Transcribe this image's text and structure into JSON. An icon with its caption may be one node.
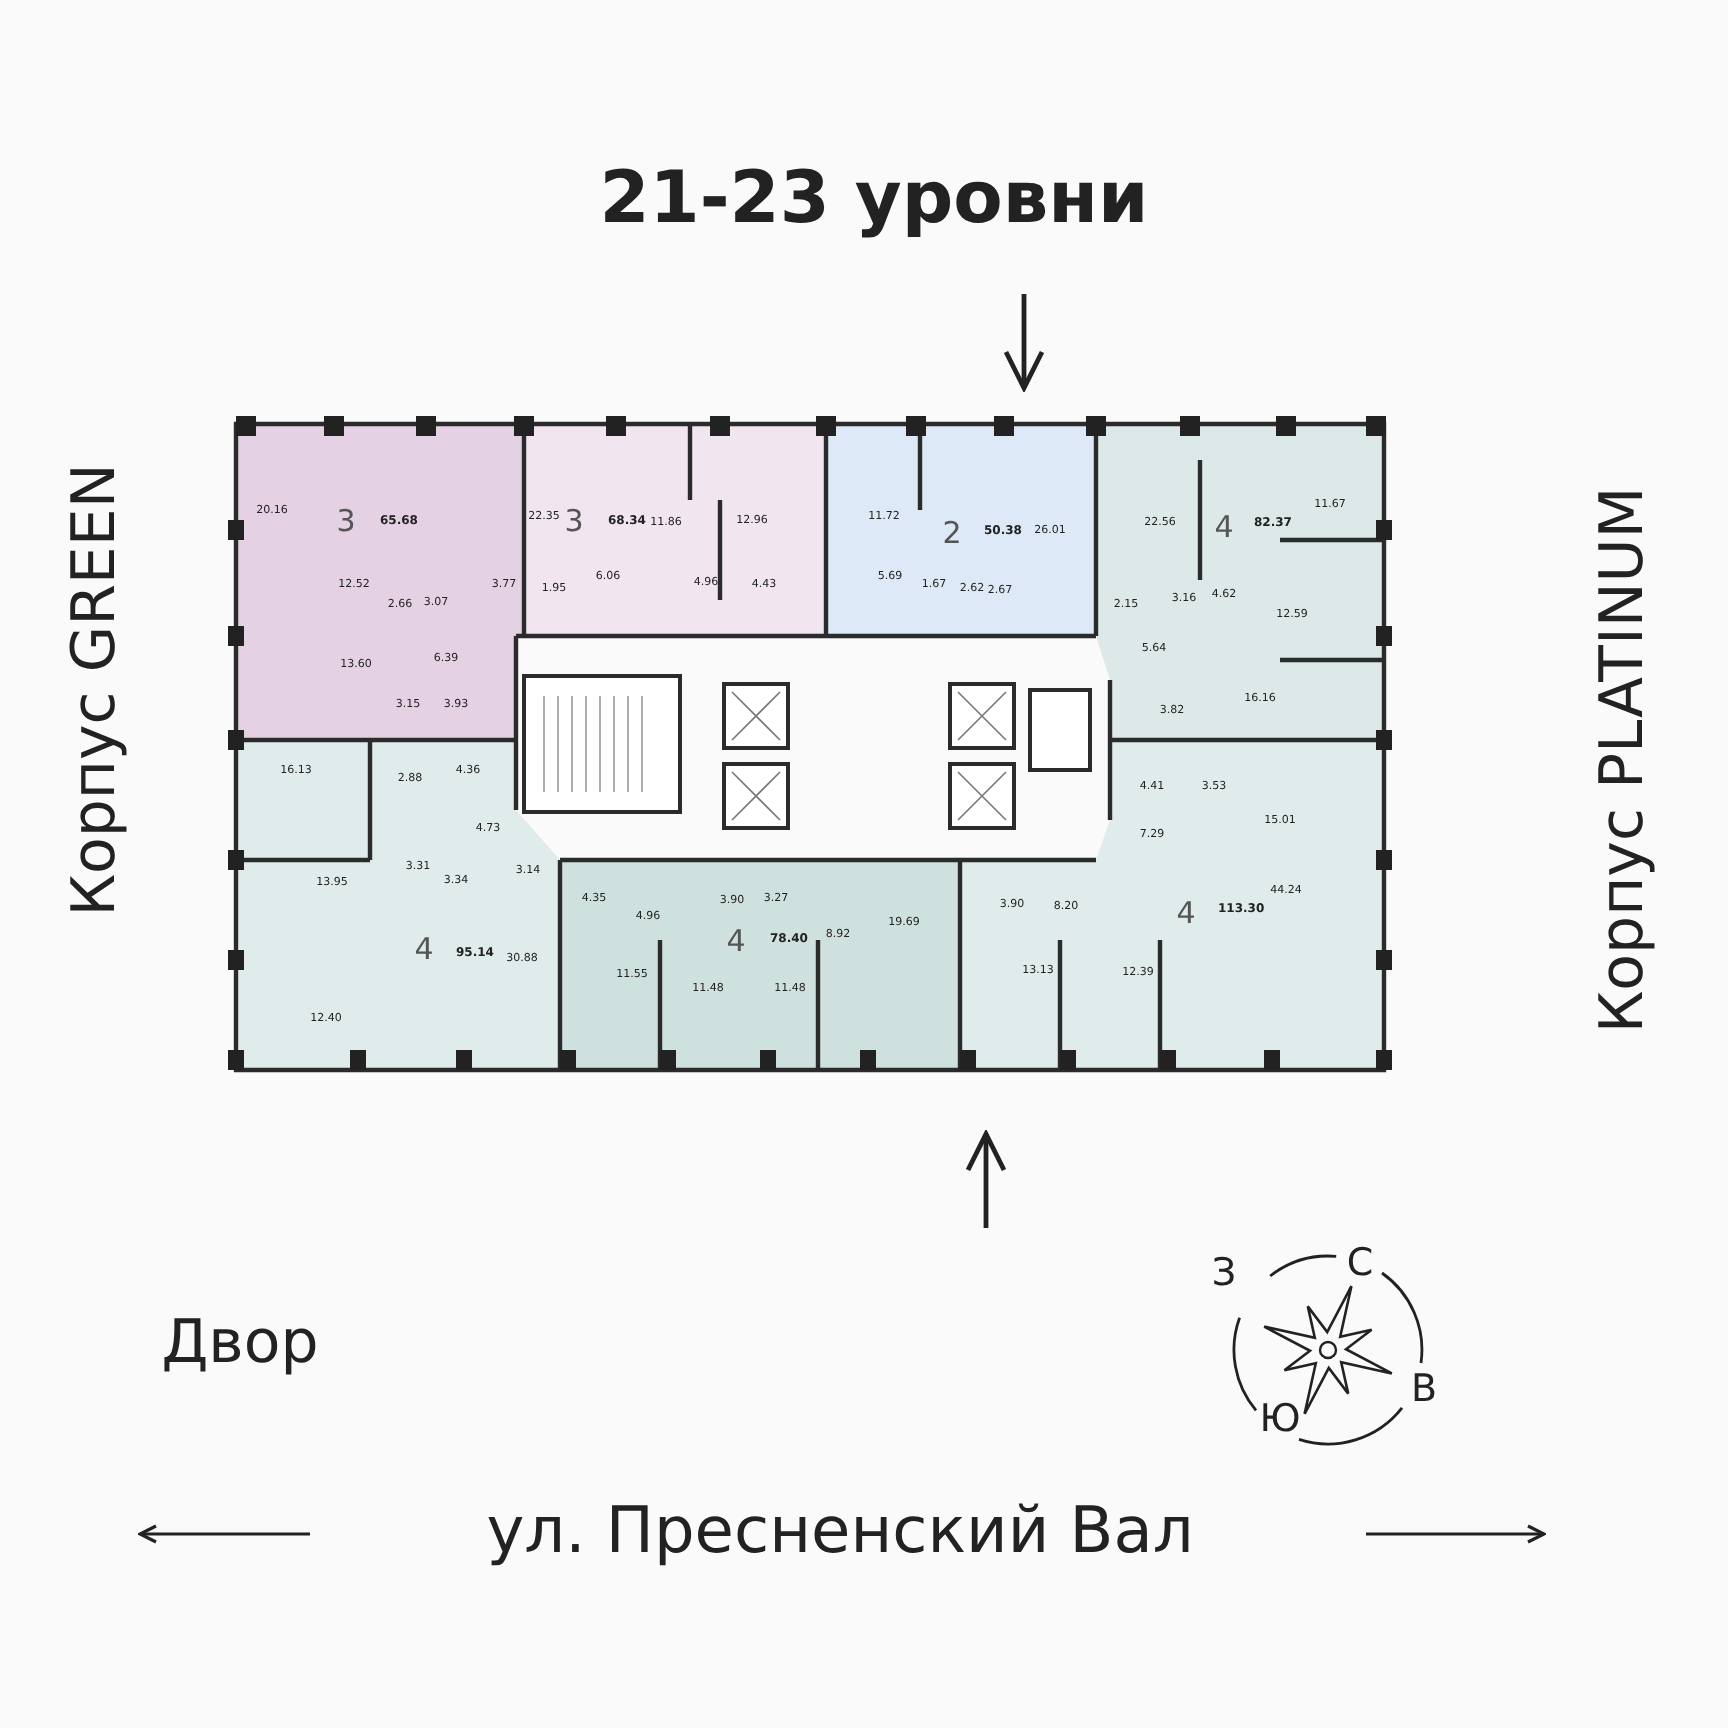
{
  "diagram": {
    "title": "21-23 уровни",
    "labels": [
      "Корпус GREEN",
      "Корпус PLATINUM",
      "3",
      "65.68",
      "20.16",
      "12.52",
      "2.66",
      "3.07",
      "13.60",
      "6.39",
      "3.15",
      "3.93",
      "22.35",
      "3",
      "68.34",
      "11.86",
      "12.96",
      "3.77",
      "1.95",
      "6.06",
      "4.96",
      "4.43",
      "11.72",
      "2",
      "50.38",
      "26.01",
      "5.69",
      "1.67",
      "2.62",
      "2.67",
      "22.56",
      "4",
      "82.37",
      "11.67",
      "2.15",
      "3.16",
      "4.62",
      "12.59",
      "5.64",
      "16.16",
      "3.82",
      "16.13",
      "2.88",
      "4.36",
      "4.73",
      "3.31",
      "3.34",
      "3.14",
      "13.95",
      "4",
      "95.14",
      "30.88",
      "12.40",
      "4.35",
      "4.96",
      "3.90",
      "3.27",
      "4",
      "78.40",
      "8.92",
      "19.69",
      "11.55",
      "11.48",
      "11.48",
      "4.41",
      "3.53",
      "7.29",
      "15.01",
      "44.24",
      "3.90",
      "8.20",
      "4",
      "113.30",
      "13.13",
      "12.39",
      "Двор",
      "ул. Пресненский Вал",
      "З",
      "С",
      "В",
      "Ю"
    ]
  }
}
